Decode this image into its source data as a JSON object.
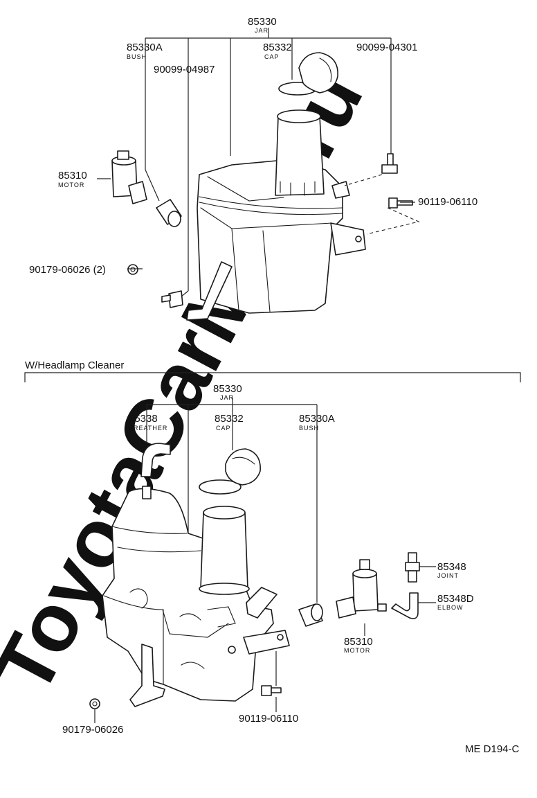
{
  "watermark": "ToyotaCarMine.ru",
  "top": {
    "jar": {
      "pn": "85330",
      "name": "JAR"
    },
    "bush": {
      "pn": "85330A",
      "name": "BUSH"
    },
    "cap": {
      "pn": "85332",
      "name": "CAP"
    },
    "screw_a": {
      "pn": "90099-04987"
    },
    "screw_b": {
      "pn": "90099-04301"
    },
    "motor": {
      "pn": "85310",
      "name": "MOTOR"
    },
    "bolt": {
      "pn": "90119-06110"
    },
    "nut": {
      "pn": "90179-06026 (2)"
    }
  },
  "section": {
    "label": "W/Headlamp Cleaner"
  },
  "bottom": {
    "jar": {
      "pn": "85330",
      "name": "JAR"
    },
    "breather": {
      "pn": "85338",
      "name": "BREATHER"
    },
    "cap": {
      "pn": "85332",
      "name": "CAP"
    },
    "bush": {
      "pn": "85330A",
      "name": "BUSH"
    },
    "joint": {
      "pn": "85348",
      "name": "JOINT"
    },
    "elbow": {
      "pn": "85348D",
      "name": "ELBOW"
    },
    "motor": {
      "pn": "85310",
      "name": "MOTOR"
    },
    "bolt": {
      "pn": "90119-06110"
    },
    "nut": {
      "pn": "90179-06026"
    }
  },
  "ref": "ME D194-C"
}
